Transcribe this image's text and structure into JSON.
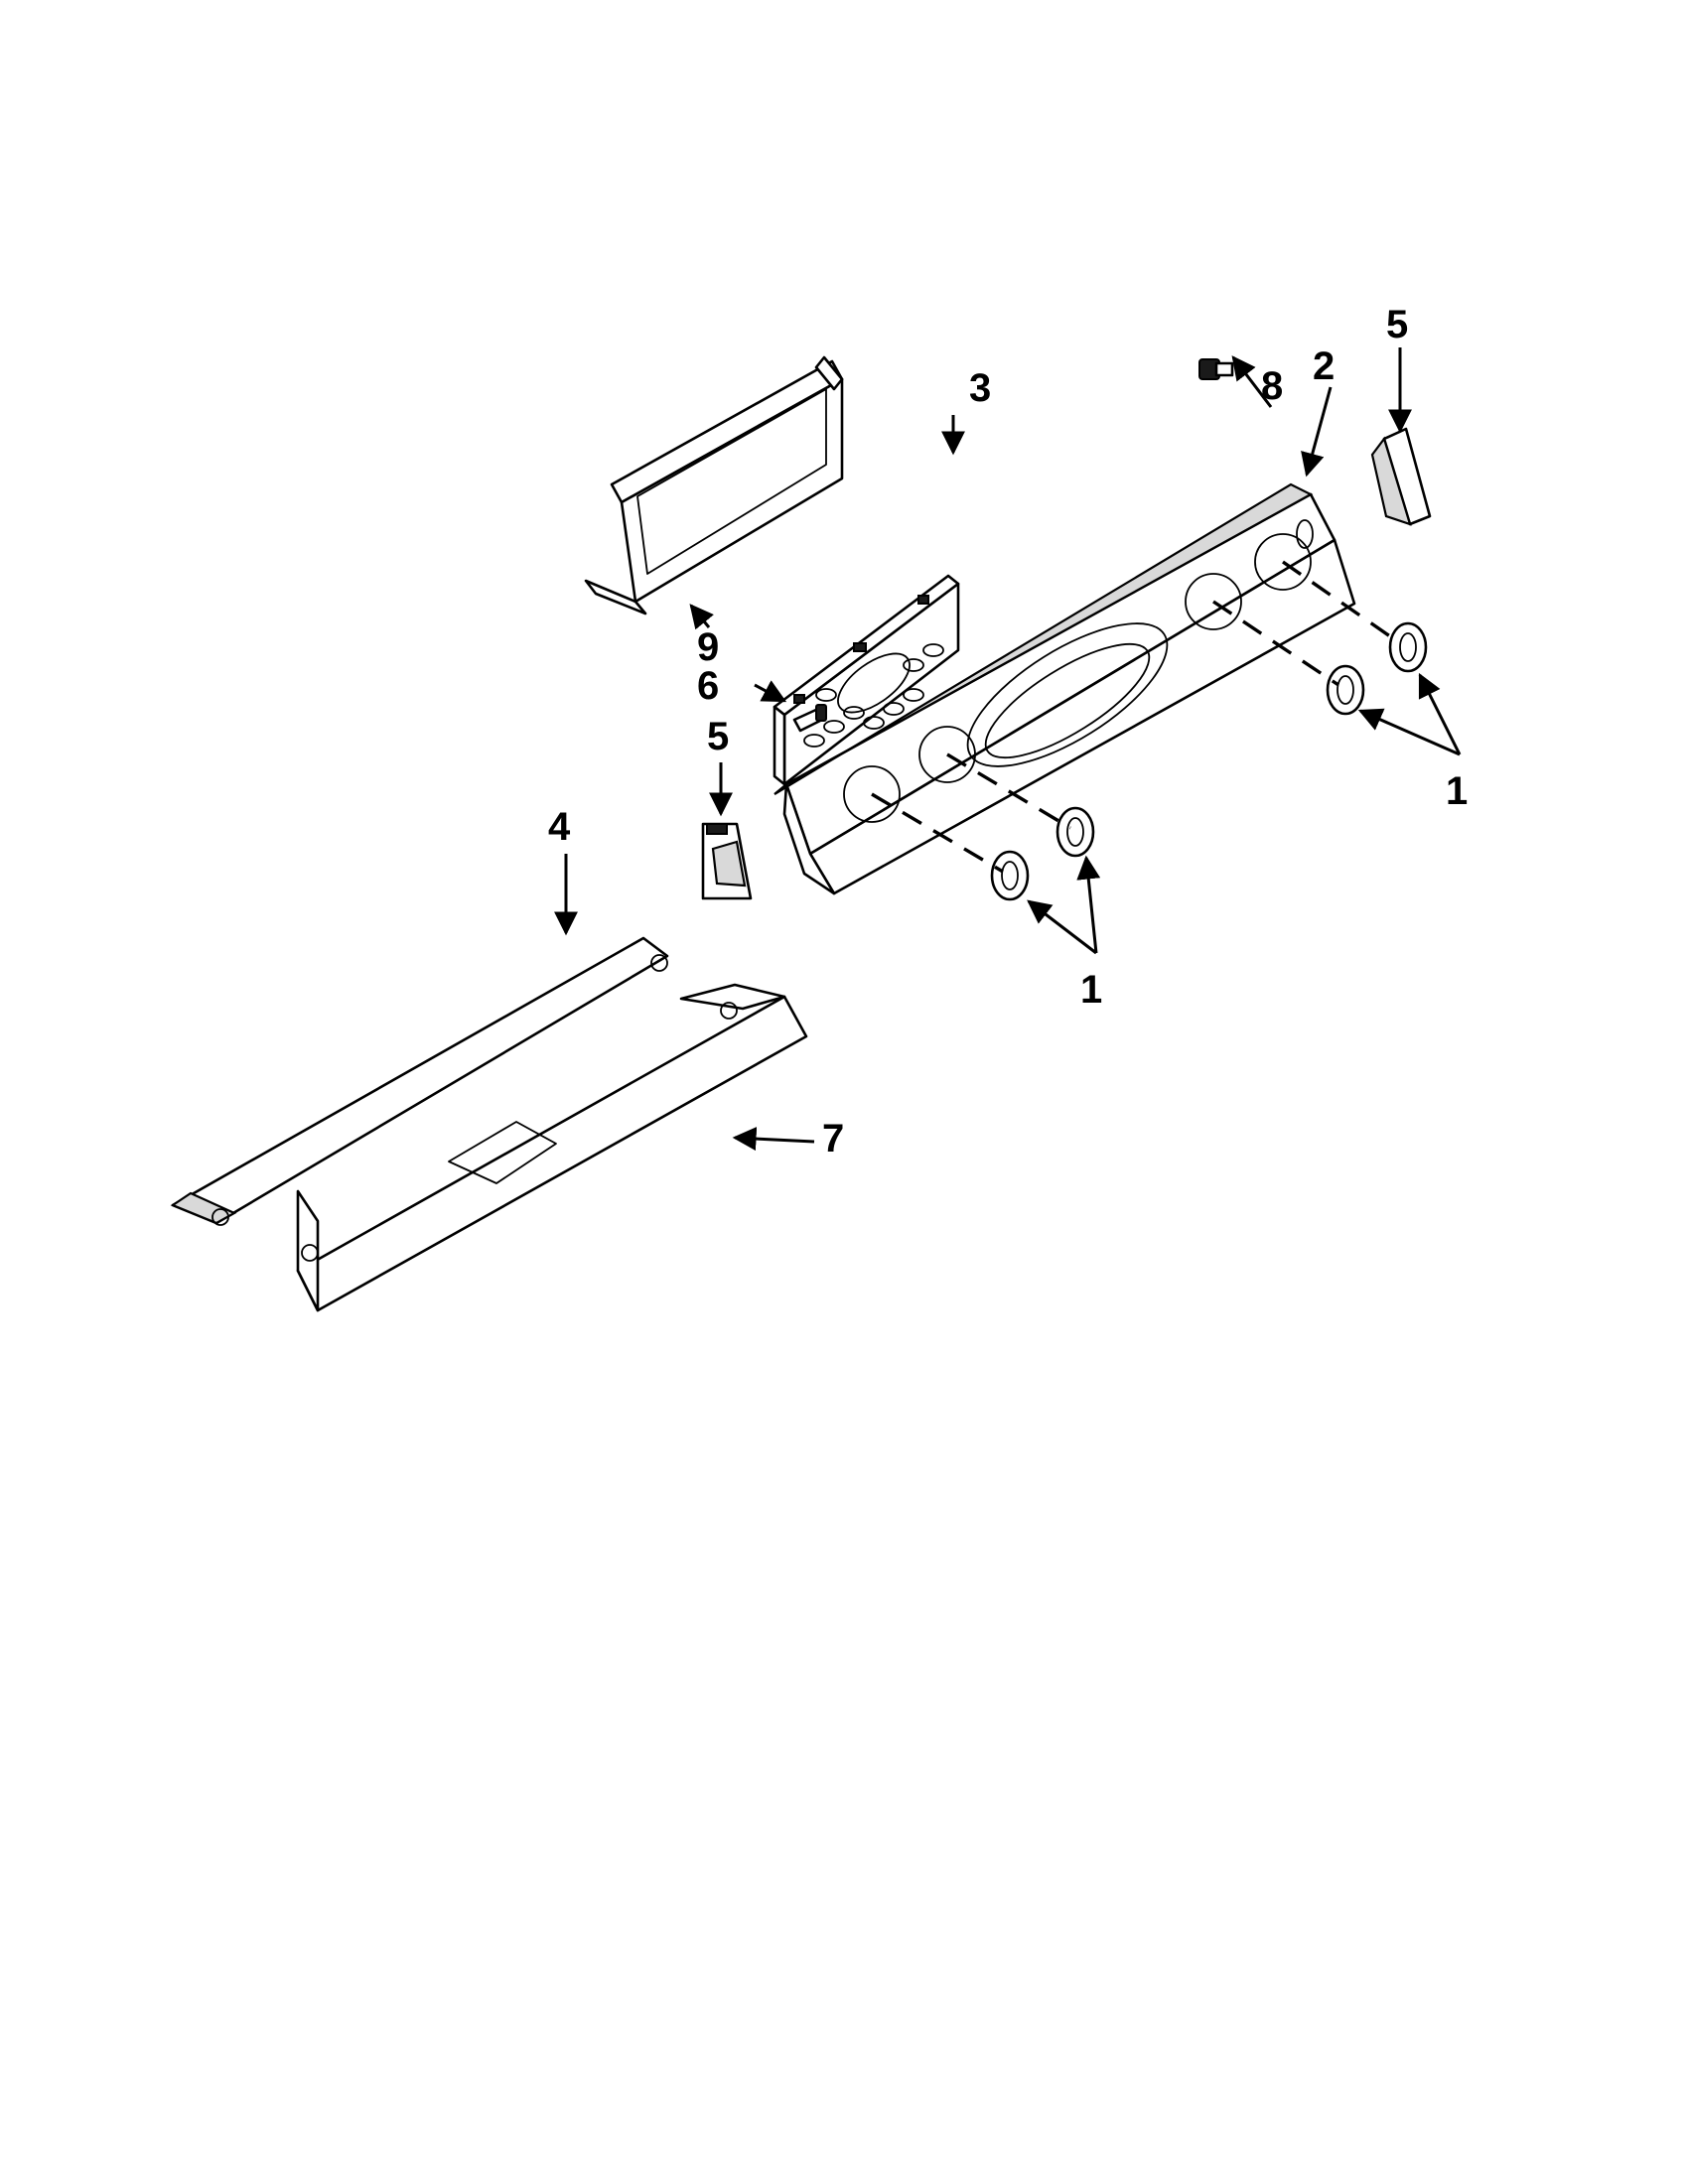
{
  "diagram": {
    "callouts": {
      "c1_right": "1",
      "c1_left": "1",
      "c2": "2",
      "c3": "3",
      "c4": "4",
      "c5_right": "5",
      "c5_left": "5",
      "c6": "6",
      "c7": "7",
      "c8": "8",
      "c9": "9"
    },
    "colors": {
      "line": "#000000",
      "background": "#ffffff"
    }
  }
}
